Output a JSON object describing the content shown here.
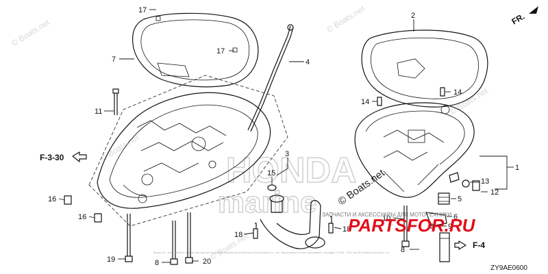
{
  "diagram": {
    "callouts": [
      {
        "id": "c17a",
        "label": "17"
      },
      {
        "id": "c17b",
        "label": "17"
      },
      {
        "id": "c7",
        "label": "7"
      },
      {
        "id": "c4",
        "label": "4"
      },
      {
        "id": "c11",
        "label": "11"
      },
      {
        "id": "c3",
        "label": "3"
      },
      {
        "id": "c15",
        "label": "15"
      },
      {
        "id": "c16a",
        "label": "16"
      },
      {
        "id": "c16b",
        "label": "16"
      },
      {
        "id": "c18a",
        "label": "18"
      },
      {
        "id": "c18b",
        "label": "18"
      },
      {
        "id": "c19",
        "label": "19"
      },
      {
        "id": "c8a",
        "label": "8"
      },
      {
        "id": "c20",
        "label": "20"
      },
      {
        "id": "c2",
        "label": "2"
      },
      {
        "id": "c14a",
        "label": "14"
      },
      {
        "id": "c14b",
        "label": "14"
      },
      {
        "id": "c1",
        "label": "1"
      },
      {
        "id": "c13",
        "label": "13"
      },
      {
        "id": "c12",
        "label": "12"
      },
      {
        "id": "c5",
        "label": "5"
      },
      {
        "id": "c6",
        "label": "6"
      },
      {
        "id": "c10",
        "label": "10"
      },
      {
        "id": "c9",
        "label": "9"
      },
      {
        "id": "c8b",
        "label": "8"
      }
    ],
    "refs": {
      "f330": "F-3-30",
      "f4": "F-4"
    },
    "direction": "FR.",
    "diagram_code": "ZY9AE0600"
  },
  "watermarks": {
    "boats": "© Boats.net",
    "honda": "HONDA",
    "marine": "marine",
    "site": "PARTSFOR.RU",
    "site_sub": "ЗАПЧАСТИ И АКСЕССУАРЫ ДЛЯ МОТОТЕХНИКИ",
    "legal": "Boats.net - Honda Marine and the sail logo are registered trademarks of American Honda Motor Co., Inc. Reproduction or use is prohibited. Copyright © 2004 - 2017 by ARI Network Services, Inc."
  },
  "colors": {
    "line": "#111111",
    "watermark": "#d8d8d8",
    "site": "#e0101a"
  }
}
